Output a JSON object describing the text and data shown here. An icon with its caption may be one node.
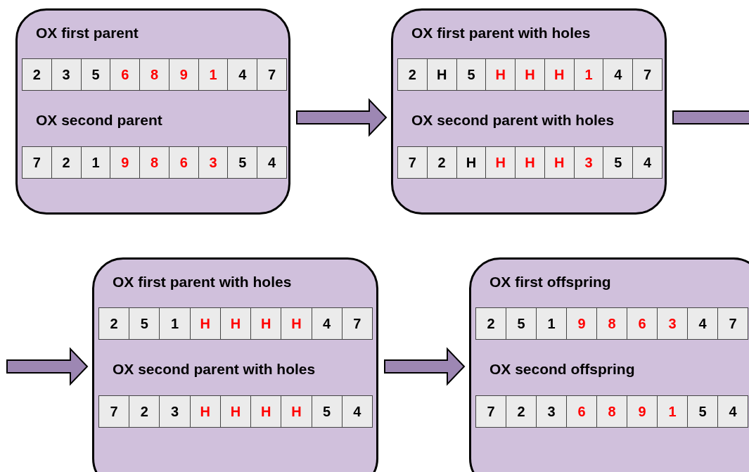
{
  "diagram": {
    "nodes": [
      {
        "text": [
          "OX first parent",
          "OX second parent"
        ]
      },
      {
        "text": [
          "2",
          "3",
          "5",
          "6",
          "8",
          "9",
          "1",
          "4",
          "7"
        ],
        "in": 0
      },
      {
        "text": [
          "7",
          "2",
          "1",
          "9",
          "8",
          "6",
          "3",
          "5",
          "4"
        ],
        "in": 0
      },
      {
        "text": [
          "OX first parent with holes",
          "OX second parent with holes"
        ]
      },
      {
        "text": [
          "2",
          "H",
          "5",
          "H",
          "H",
          "H",
          "1",
          "4",
          "7"
        ],
        "in": 3
      },
      {
        "text": [
          "7",
          "2",
          "H",
          "H",
          "H",
          "H",
          "3",
          "5",
          "4"
        ],
        "in": 3
      },
      {
        "text": [
          "OX first parent with holes",
          "OX second parent with holes"
        ]
      },
      {
        "text": [
          "2",
          "5",
          "1",
          "H",
          "H",
          "H",
          "H",
          "4",
          "7"
        ],
        "in": 6
      },
      {
        "text": [
          "7",
          "2",
          "3",
          "H",
          "H",
          "H",
          "H",
          "5",
          "4"
        ],
        "in": 6
      },
      {
        "text": [
          "OX first offspring",
          "OX second offspring"
        ]
      },
      {
        "text": [
          "2",
          "5",
          "1",
          "9",
          "8",
          "6",
          "3",
          "4",
          "7"
        ],
        "in": 9
      },
      {
        "text": [
          "7",
          "2",
          "3",
          "6",
          "8",
          "9",
          "1",
          "5",
          "4"
        ],
        "in": 9
      }
    ],
    "edges": [
      {
        "from": 0,
        "to": 3,
        "arrow": "to"
      },
      {
        "from": 3,
        "to": null,
        "arrow": "to"
      },
      {
        "from": null,
        "to": 6,
        "arrow": "to"
      },
      {
        "from": 6,
        "to": 9,
        "arrow": "to"
      }
    ]
  }
}
